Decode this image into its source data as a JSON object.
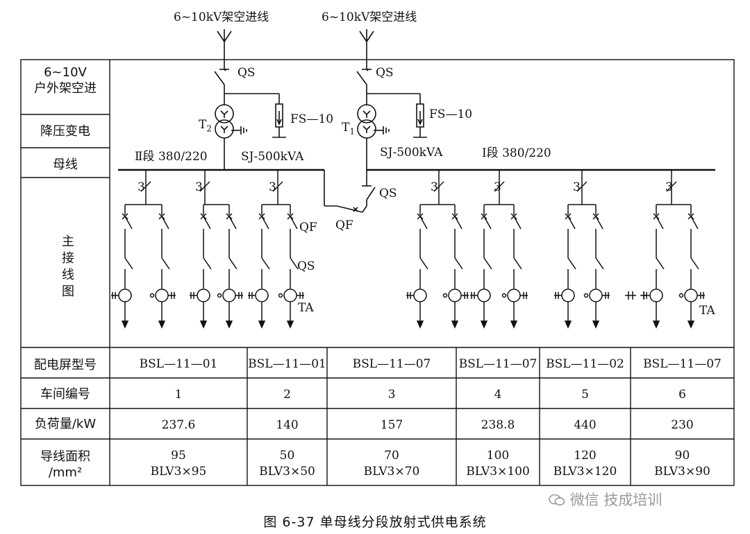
{
  "top_labels": {
    "incoming_left": "6~10kV架空进线",
    "incoming_right": "6~10kV架空进线",
    "qs_left": "QS",
    "qs_right": "QS",
    "fs_left": "FS—10",
    "fs_right": "FS—10",
    "t2": "T",
    "t2_sub": "2",
    "t1": "T",
    "t1_sub": "1",
    "sj_left": "SJ-500kVA",
    "sj_right": "SJ-500kVA",
    "bus_left": "Ⅱ段  380/220",
    "bus_right": "Ⅰ段   380/220",
    "tie_qs": "QS",
    "tie_qf": "QF",
    "feeder_qf": "QF",
    "feeder_qs": "QS",
    "ta_left": "TA",
    "ta_right": "TA",
    "three": "3"
  },
  "side_labels": {
    "incoming": "6~10V\n户外架空进",
    "transformer": "降压变电",
    "busbar": "母线",
    "main_diagram": "主接线图"
  },
  "table": {
    "row_headers": [
      "配电屏型号",
      "车间编号",
      "负荷量/kW",
      "导线面积\n/mm²"
    ],
    "columns": [
      {
        "model": "BSL—11—01",
        "workshop": "1",
        "load": "237.6",
        "area": "95\nBLV3×95"
      },
      {
        "model": "BSL—11—01",
        "workshop": "2",
        "load": "140",
        "area": "50\nBLV3×50"
      },
      {
        "model": "BSL—11—07",
        "workshop": "3",
        "load": "157",
        "area": "70\nBLV3×70"
      },
      {
        "model": "BSL—11—07",
        "workshop": "4",
        "load": "238.8",
        "area": "100\nBLV3×100"
      },
      {
        "model": "BSL—11—02",
        "workshop": "5",
        "load": "440",
        "area": "120\nBLV3×120"
      },
      {
        "model": "BSL—11—07",
        "workshop": "6",
        "load": "230",
        "area": "90\nBLV3×90"
      }
    ]
  },
  "caption": "图 6-37    单母线分段放射式供电系统",
  "watermark": "微信 技成培训",
  "colors": {
    "ink": "#111111",
    "watermark": "#9a9a9a"
  }
}
